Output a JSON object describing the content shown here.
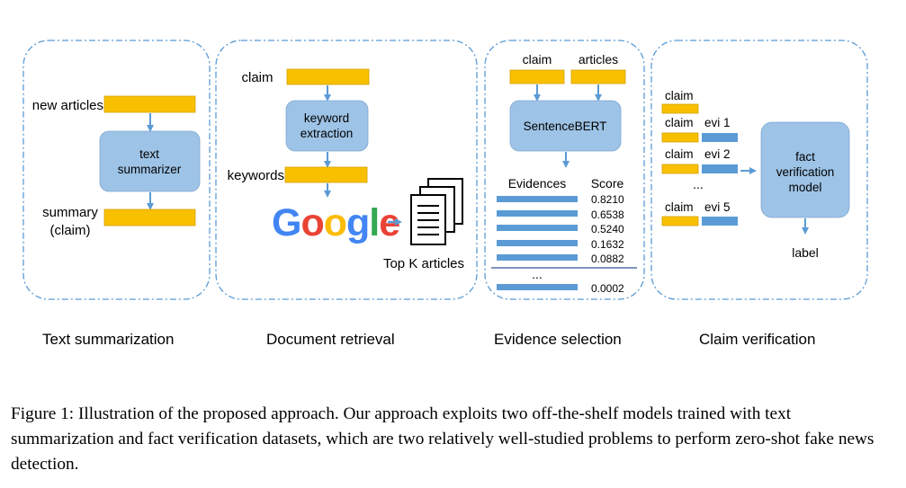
{
  "panels": {
    "summarization": {
      "caption": "Text summarization",
      "input_label": "new articles",
      "model_line1": "text",
      "model_line2": "summarizer",
      "output_line1": "summary",
      "output_line2": "(claim)"
    },
    "retrieval": {
      "caption": "Document retrieval",
      "claim_label": "claim",
      "model_line1": "keyword",
      "model_line2": "extraction",
      "keywords_label": "keywords",
      "google_letters": [
        "G",
        "o",
        "o",
        "g",
        "l",
        "e"
      ],
      "articles_label": "Top K articles"
    },
    "selection": {
      "caption": "Evidence selection",
      "claim_label": "claim",
      "articles_label": "articles",
      "model_label": "SentenceBERT",
      "evidences_header": "Evidences",
      "score_header": "Score",
      "scores": [
        "0.8210",
        "0.6538",
        "0.5240",
        "0.1632",
        "0.0882"
      ],
      "ellipsis": "...",
      "last_score": "0.0002"
    },
    "verification": {
      "caption": "Claim verification",
      "claim_label": "claim",
      "pairs": [
        {
          "claim": "claim",
          "evi": "evi 1"
        },
        {
          "claim": "claim",
          "evi": "evi 2"
        },
        {
          "claim": "claim",
          "evi": "evi 5"
        }
      ],
      "ellipsis": "...",
      "model_line1": "fact",
      "model_line2": "verification",
      "model_line3": "model",
      "output_label": "label"
    }
  },
  "caption": "Figure 1: Illustration of the proposed approach. Our approach exploits two off-the-shelf models trained with text summarization and fact verification datasets, which are two relatively well-studied problems to perform zero-shot fake news detection.",
  "colors": {
    "orange_bar": "#f9c000",
    "blue_bar": "#5b9bd5",
    "model_box": "#9dc3e6",
    "panel_border": "#5b9bd5",
    "google_blue": "#4285f4",
    "google_red": "#ea4335",
    "google_yellow": "#fbbc05",
    "google_green": "#34a853"
  }
}
